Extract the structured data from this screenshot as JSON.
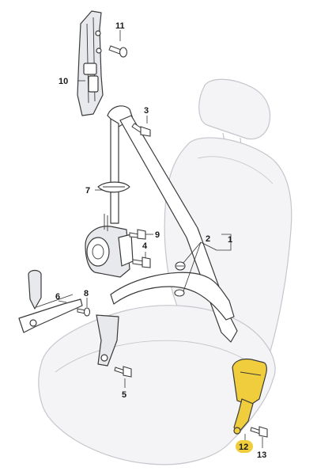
{
  "diagram": {
    "type": "exploded-parts-view",
    "highlight_color": "#f0cd3c",
    "line_color": "#3a3a3a",
    "callouts": [
      {
        "id": "c1",
        "label": "1",
        "highlighted": false
      },
      {
        "id": "c2",
        "label": "2",
        "highlighted": false
      },
      {
        "id": "c3",
        "label": "3",
        "highlighted": false
      },
      {
        "id": "c4",
        "label": "4",
        "highlighted": false
      },
      {
        "id": "c5",
        "label": "5",
        "highlighted": false
      },
      {
        "id": "c6",
        "label": "6",
        "highlighted": false
      },
      {
        "id": "c7",
        "label": "7",
        "highlighted": false
      },
      {
        "id": "c8",
        "label": "8",
        "highlighted": false
      },
      {
        "id": "c9",
        "label": "9",
        "highlighted": false
      },
      {
        "id": "c10",
        "label": "10",
        "highlighted": false
      },
      {
        "id": "c11",
        "label": "11",
        "highlighted": false
      },
      {
        "id": "c12",
        "label": "12",
        "highlighted": true
      },
      {
        "id": "c13",
        "label": "13",
        "highlighted": false
      }
    ]
  }
}
